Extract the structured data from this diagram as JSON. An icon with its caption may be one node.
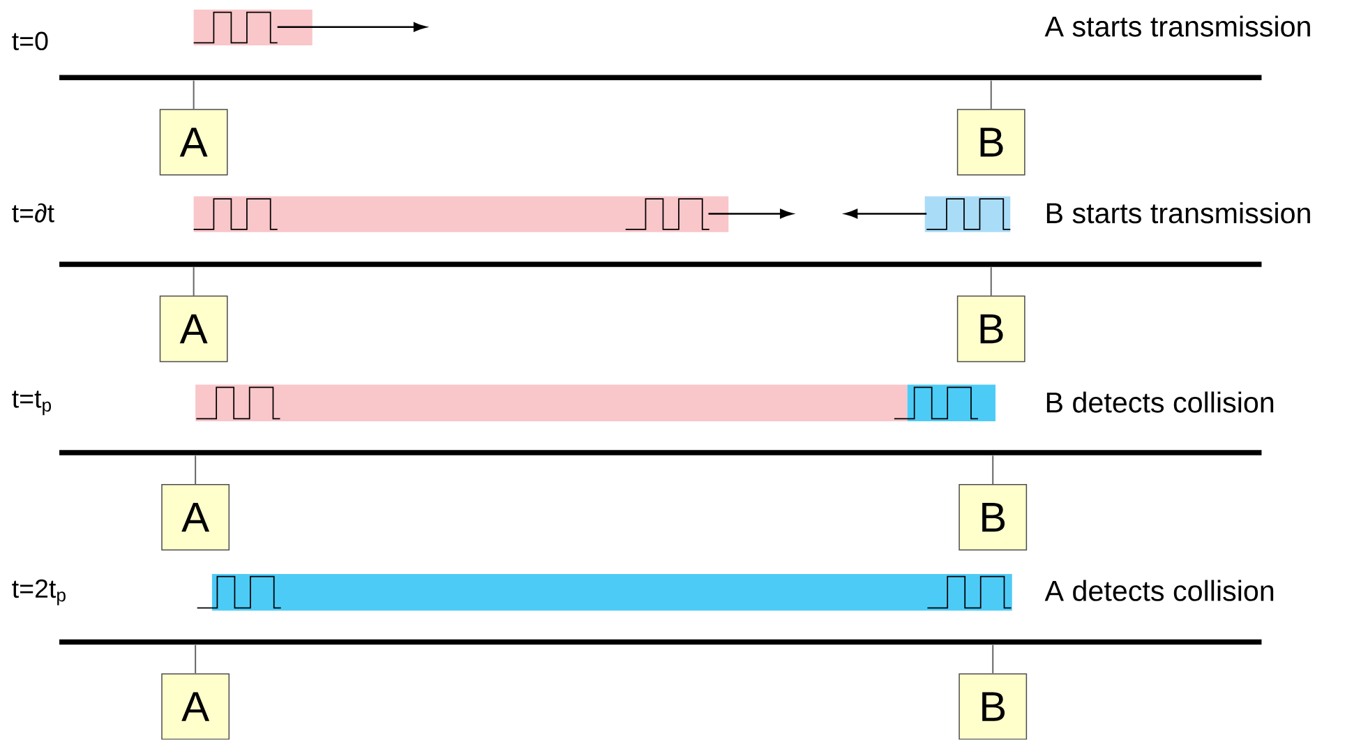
{
  "diagram": {
    "nodes": [
      {
        "text": [],
        "shape": "bar"
      },
      {
        "text": [
          "A"
        ]
      },
      {
        "text": [
          "B"
        ]
      },
      {
        "text": [],
        "shape": "bar"
      },
      {
        "text": [
          "A"
        ]
      },
      {
        "text": [
          "B"
        ]
      },
      {
        "text": [],
        "shape": "bar"
      },
      {
        "text": [
          "A"
        ]
      },
      {
        "text": [
          "B"
        ]
      },
      {
        "text": [],
        "shape": "bar"
      },
      {
        "text": [
          "A"
        ]
      },
      {
        "text": [
          "B"
        ]
      }
    ],
    "edges": [
      {
        "from": 1,
        "to": 0,
        "arrow": "none"
      },
      {
        "from": 2,
        "to": 0,
        "arrow": "none"
      },
      {
        "from": 4,
        "to": 3,
        "arrow": "none"
      },
      {
        "from": 5,
        "to": 3,
        "arrow": "none"
      },
      {
        "from": 7,
        "to": 6,
        "arrow": "none"
      },
      {
        "from": 8,
        "to": 6,
        "arrow": "none"
      },
      {
        "from": 10,
        "to": 9,
        "arrow": "none"
      },
      {
        "from": 11,
        "to": 9,
        "arrow": "none"
      }
    ],
    "labels": [
      "t=0",
      "A starts transmission",
      "t=∂t",
      "B starts transmission",
      "t=t$_{p}$",
      "B detects collision",
      "t=2t$_{p}$",
      "A detects collision"
    ]
  }
}
